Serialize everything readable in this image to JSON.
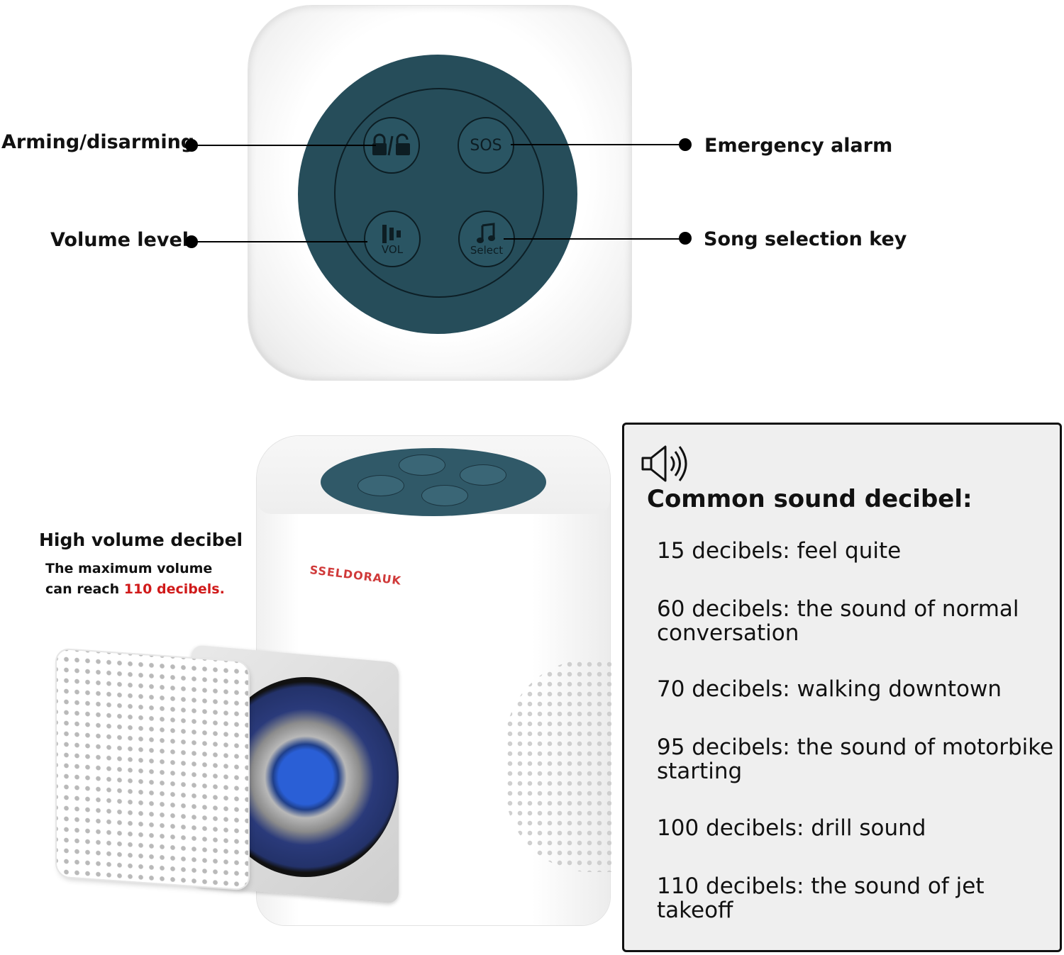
{
  "callouts": {
    "arming": "Arming/disarming",
    "emergency": "Emergency alarm",
    "volume": "Volume level",
    "song": "Song selection key"
  },
  "keys": {
    "lock_icon": "lock-unlock-icon",
    "sos": "SOS",
    "vol_label": "VOL",
    "select_label": "Select"
  },
  "speaker": {
    "brand": "SSELDORAUK",
    "high_volume_title": "High volume decibel",
    "max_line1": "The maximum volume",
    "max_line2_prefix": "can reach",
    "max_line2_value": "110 decibels."
  },
  "decibel": {
    "icon": "speaker-sound-icon",
    "heading": "Common sound decibel:",
    "items": [
      "15 decibels: feel quite",
      "60 decibels: the sound of normal conversation",
      "70 decibels: walking downtown",
      "95 decibels: the sound of motorbike starting",
      "100 decibels: drill sound",
      "110 decibels: the sound of jet takeoff"
    ]
  },
  "colors": {
    "panel": "#264d5a",
    "brand_red": "#d03a3a",
    "highlight_red": "#d01a1a"
  }
}
